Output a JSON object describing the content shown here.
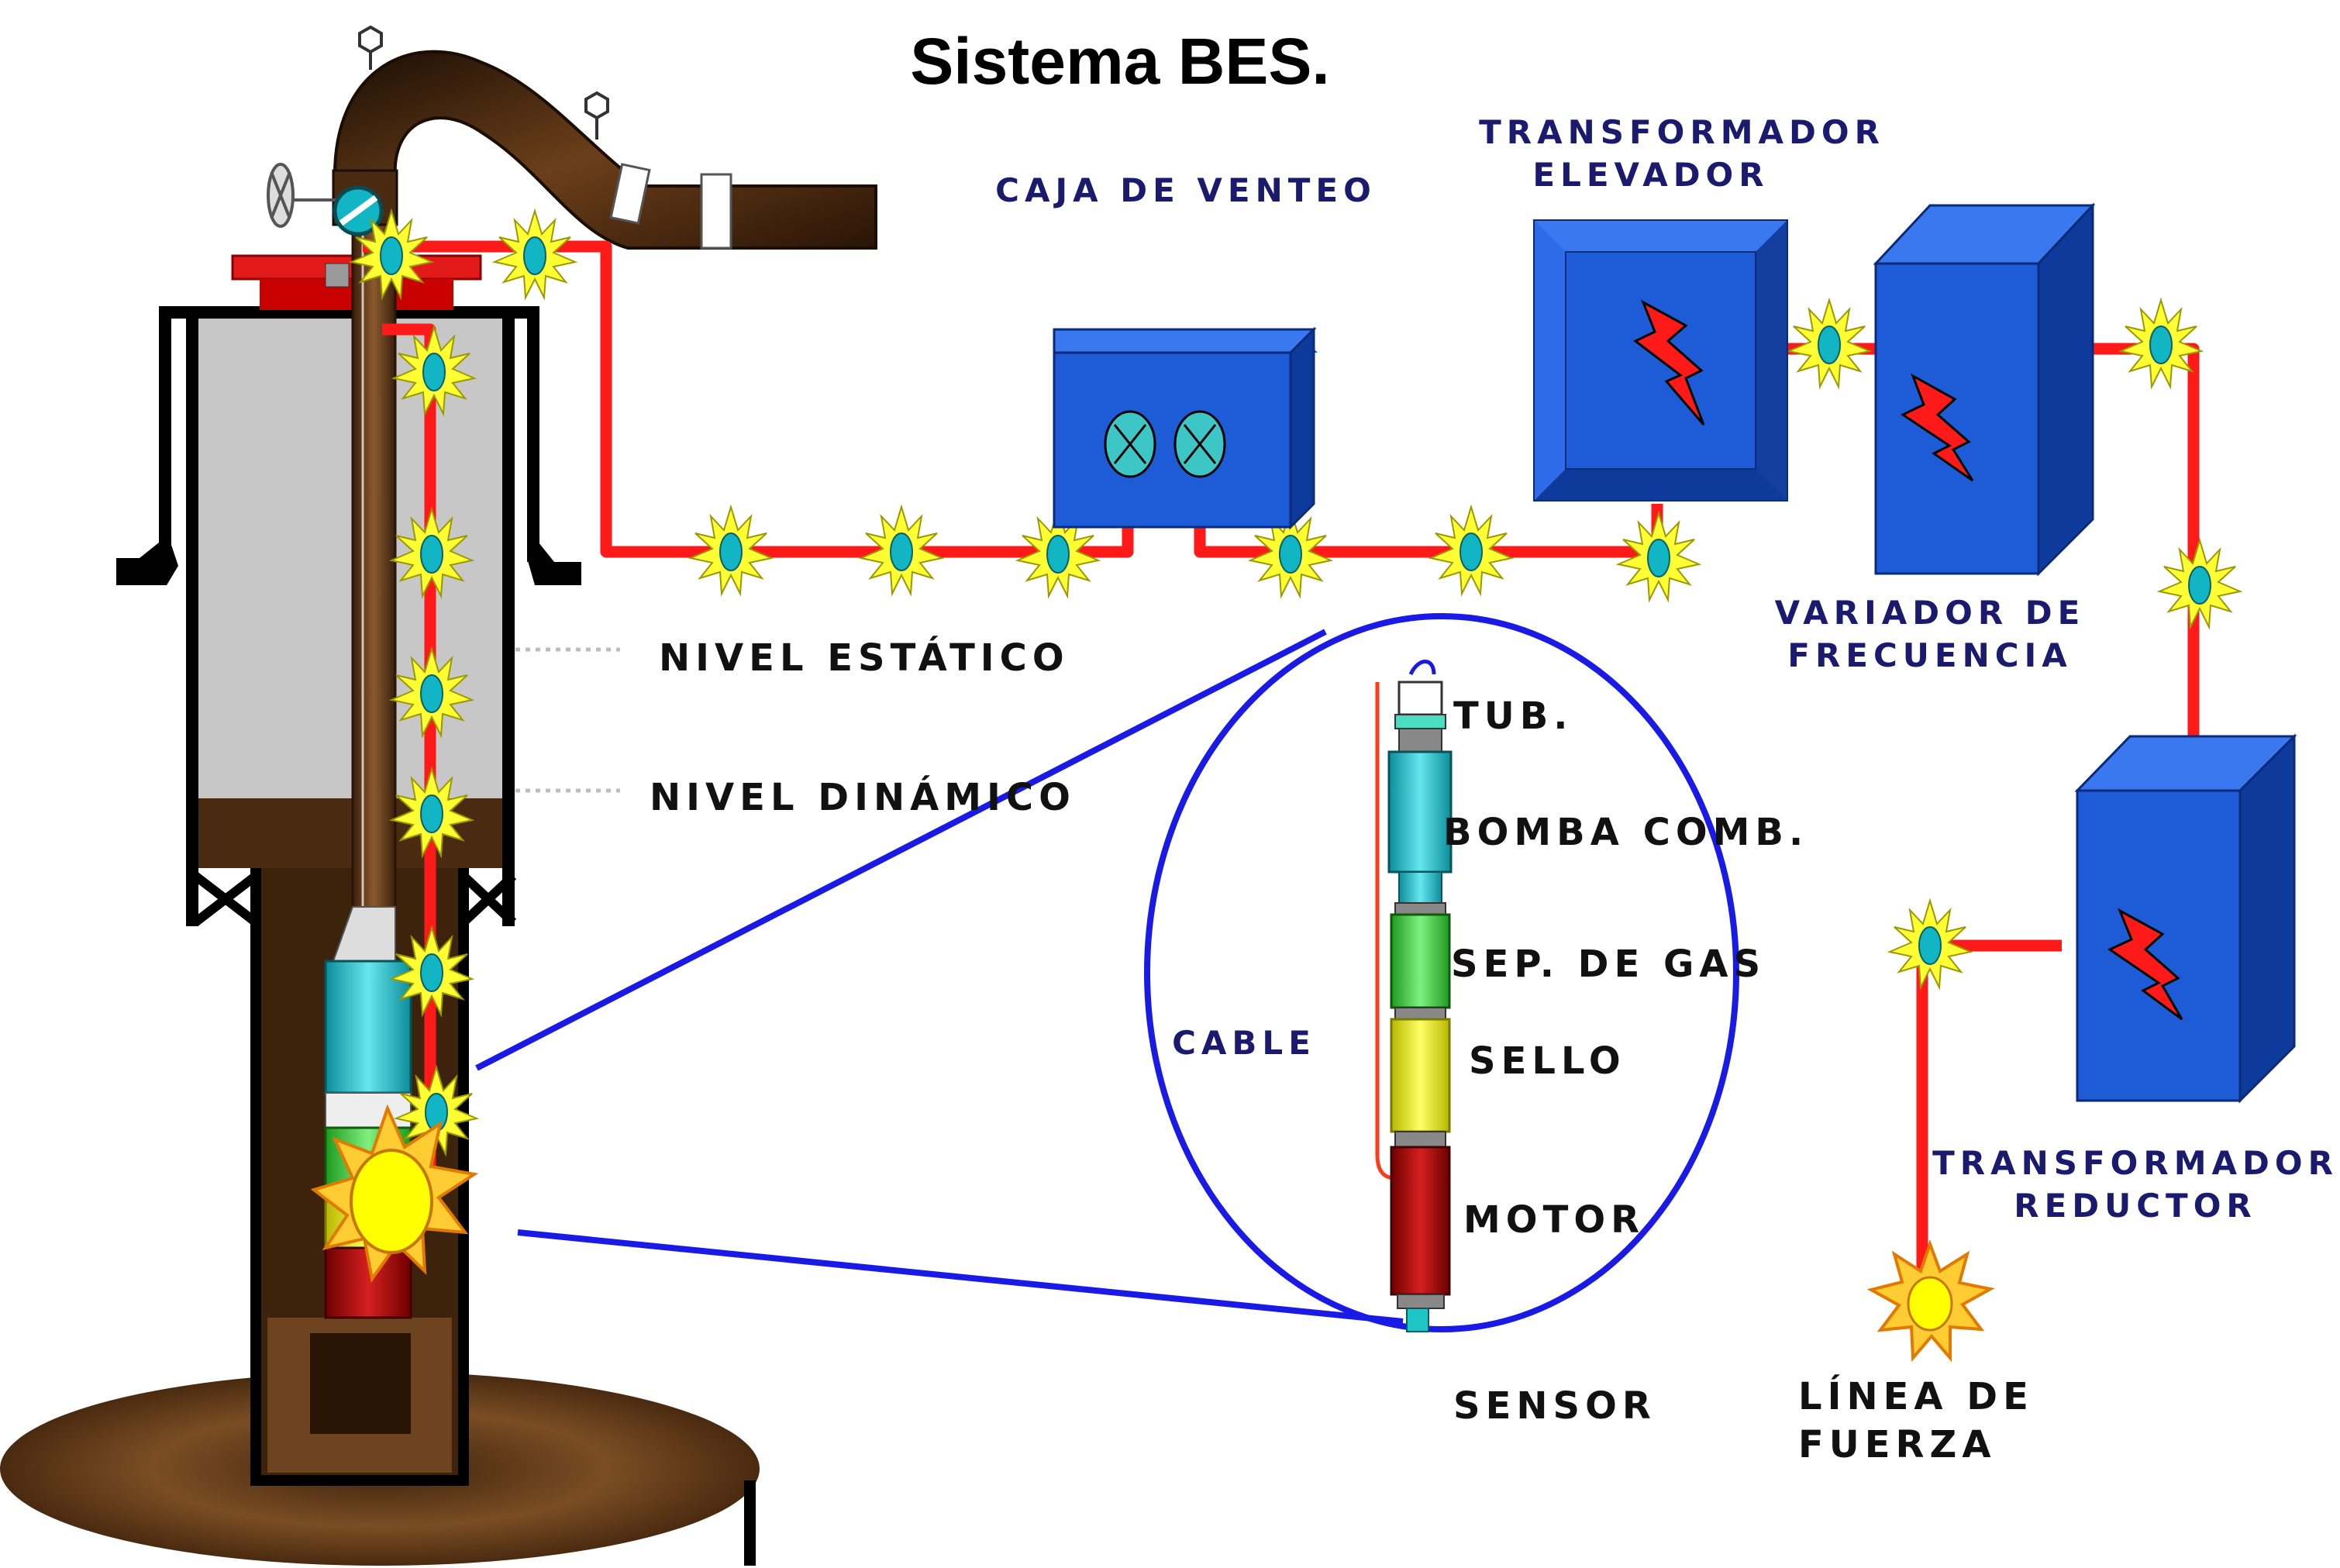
{
  "title": "Sistema BES.",
  "labels": {
    "caja_venteo": "CAJA DE VENTEO",
    "transformador_elevador_1": "TRANSFORMADOR",
    "transformador_elevador_2": "ELEVADOR",
    "variador_1": "VARIADOR DE",
    "variador_2": "FRECUENCIA",
    "transformador_reductor_1": "TRANSFORMADOR",
    "transformador_reductor_2": "REDUCTOR",
    "nivel_estatico": "NIVEL ESTÁTICO",
    "nivel_dinamico": "NIVEL DINÁMICO",
    "cable": "CABLE",
    "tub": "TUB.",
    "bomba": "BOMBA COMB.",
    "sep_gas": "SEP. DE GAS",
    "sello": "SELLO",
    "motor": "MOTOR",
    "sensor": "SENSOR",
    "linea_fuerza_1": "LÍNEA DE",
    "linea_fuerza_2": "FUERZA"
  },
  "colors": {
    "cable_red": "#ff1a1a",
    "equipment_blue": "#1e5bd6",
    "callout_blue": "#1a1ae6",
    "well_brown": "#5a3417",
    "casing_gray": "#c7c7c7",
    "spark_yellow": "#ffff33",
    "spark_cyan": "#12b5c4"
  }
}
